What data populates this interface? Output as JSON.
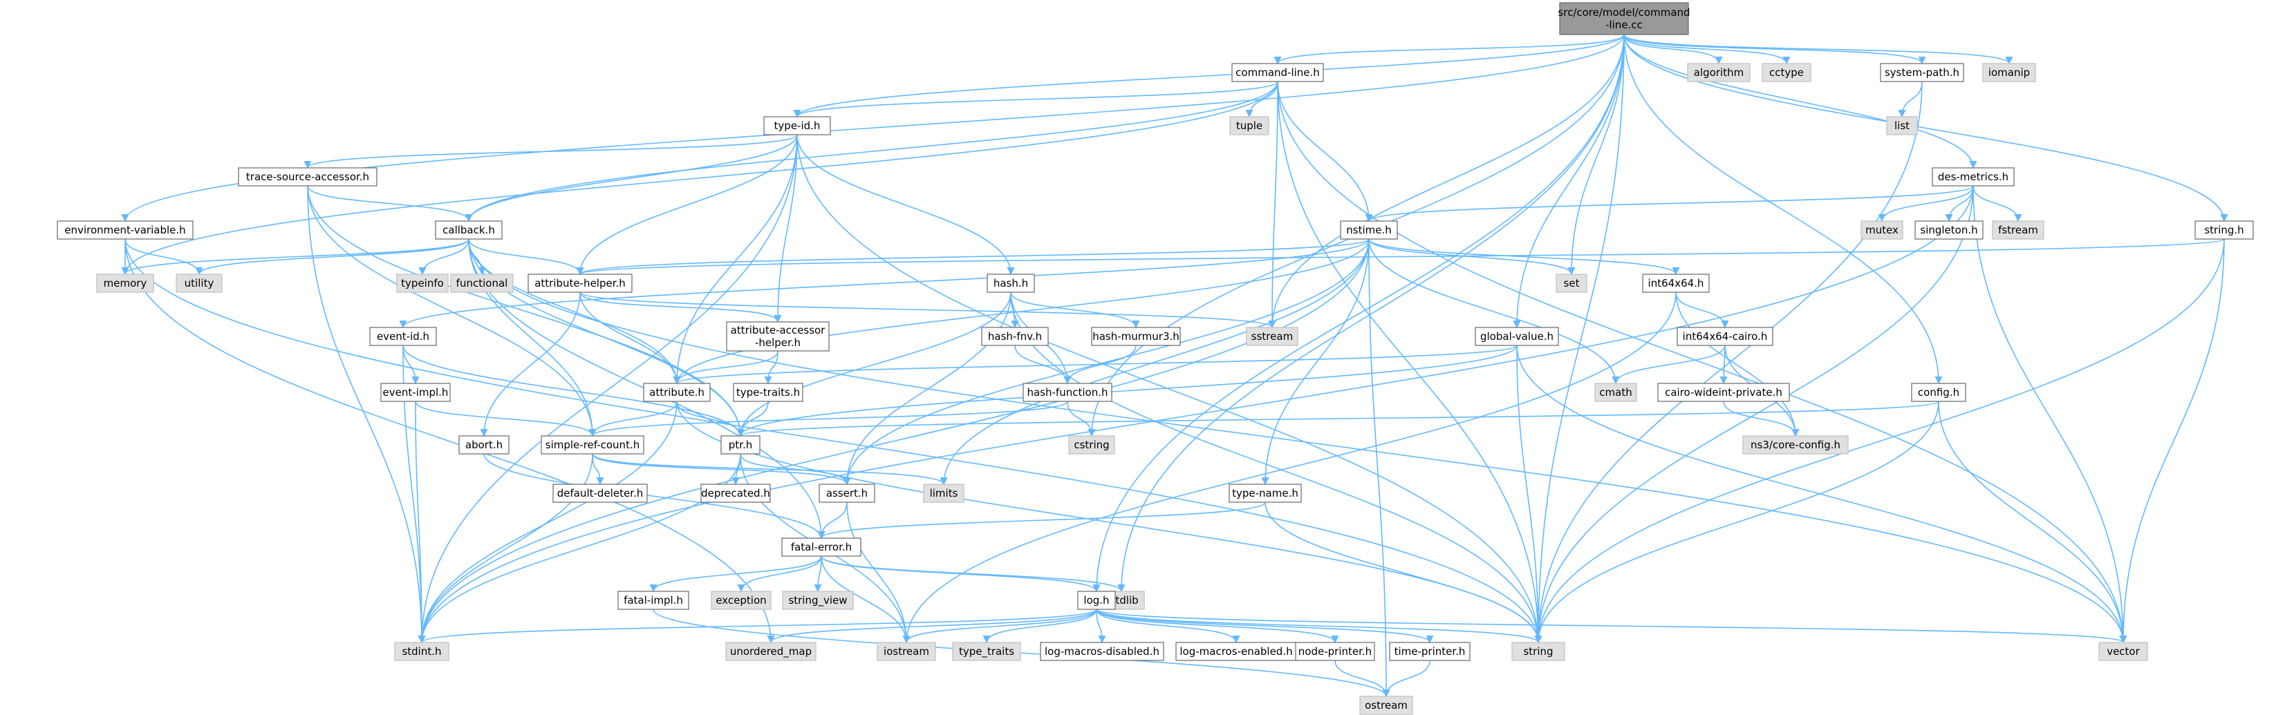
{
  "graph": {
    "nodes": [
      {
        "id": "root",
        "label": "src/core/model/command\n-line.cc",
        "kind": "root"
      },
      {
        "id": "command_line_h",
        "label": "command-line.h",
        "kind": "local"
      },
      {
        "id": "algorithm",
        "label": "algorithm",
        "kind": "sys"
      },
      {
        "id": "cctype",
        "label": "cctype",
        "kind": "sys"
      },
      {
        "id": "system_path_h",
        "label": "system-path.h",
        "kind": "local"
      },
      {
        "id": "iomanip",
        "label": "iomanip",
        "kind": "sys"
      },
      {
        "id": "type_id_h",
        "label": "type-id.h",
        "kind": "local"
      },
      {
        "id": "tuple",
        "label": "tuple",
        "kind": "sys"
      },
      {
        "id": "list",
        "label": "list",
        "kind": "sys"
      },
      {
        "id": "trace_source_accessor_h",
        "label": "trace-source-accessor.h",
        "kind": "local"
      },
      {
        "id": "des_metrics_h",
        "label": "des-metrics.h",
        "kind": "local"
      },
      {
        "id": "string_h",
        "label": "string.h",
        "kind": "local"
      },
      {
        "id": "environment_variable_h",
        "label": "environment-variable.h",
        "kind": "local"
      },
      {
        "id": "callback_h",
        "label": "callback.h",
        "kind": "local"
      },
      {
        "id": "nstime_h",
        "label": "nstime.h",
        "kind": "local"
      },
      {
        "id": "mutex",
        "label": "mutex",
        "kind": "sys"
      },
      {
        "id": "singleton_h",
        "label": "singleton.h",
        "kind": "local"
      },
      {
        "id": "fstream",
        "label": "fstream",
        "kind": "sys"
      },
      {
        "id": "memory",
        "label": "memory",
        "kind": "sys"
      },
      {
        "id": "utility",
        "label": "utility",
        "kind": "sys"
      },
      {
        "id": "typeinfo",
        "label": "typeinfo",
        "kind": "sys"
      },
      {
        "id": "functional",
        "label": "functional",
        "kind": "sys"
      },
      {
        "id": "attribute_helper_h",
        "label": "attribute-helper.h",
        "kind": "local"
      },
      {
        "id": "hash_h",
        "label": "hash.h",
        "kind": "local"
      },
      {
        "id": "set",
        "label": "set",
        "kind": "sys"
      },
      {
        "id": "int64x64_h",
        "label": "int64x64.h",
        "kind": "local"
      },
      {
        "id": "sstream",
        "label": "sstream",
        "kind": "sys"
      },
      {
        "id": "event_id_h",
        "label": "event-id.h",
        "kind": "local"
      },
      {
        "id": "attribute_accessor_helper_h",
        "label": "attribute-accessor\n-helper.h",
        "kind": "local"
      },
      {
        "id": "hash_fnv_h",
        "label": "hash-fnv.h",
        "kind": "local"
      },
      {
        "id": "hash_murmur3_h",
        "label": "hash-murmur3.h",
        "kind": "local"
      },
      {
        "id": "global_value_h",
        "label": "global-value.h",
        "kind": "local"
      },
      {
        "id": "int64x64_cairo_h",
        "label": "int64x64-cairo.h",
        "kind": "local"
      },
      {
        "id": "event_impl_h",
        "label": "event-impl.h",
        "kind": "local"
      },
      {
        "id": "attribute_h",
        "label": "attribute.h",
        "kind": "local"
      },
      {
        "id": "type_traits_h",
        "label": "type-traits.h",
        "kind": "local"
      },
      {
        "id": "hash_function_h",
        "label": "hash-function.h",
        "kind": "local"
      },
      {
        "id": "cmath",
        "label": "cmath",
        "kind": "sys"
      },
      {
        "id": "cairo_wideint_private_h",
        "label": "cairo-wideint-private.h",
        "kind": "local"
      },
      {
        "id": "config_h",
        "label": "config.h",
        "kind": "local"
      },
      {
        "id": "cstring",
        "label": "cstring",
        "kind": "sys"
      },
      {
        "id": "ns3_core_config_h",
        "label": "ns3/core-config.h",
        "kind": "sys"
      },
      {
        "id": "abort_h",
        "label": "abort.h",
        "kind": "local"
      },
      {
        "id": "simple_ref_count_h",
        "label": "simple-ref-count.h",
        "kind": "local"
      },
      {
        "id": "ptr_h",
        "label": "ptr.h",
        "kind": "local"
      },
      {
        "id": "limits",
        "label": "limits",
        "kind": "sys"
      },
      {
        "id": "default_deleter_h",
        "label": "default-deleter.h",
        "kind": "local"
      },
      {
        "id": "deprecated_h",
        "label": "deprecated.h",
        "kind": "local"
      },
      {
        "id": "assert_h",
        "label": "assert.h",
        "kind": "local"
      },
      {
        "id": "type_name_h",
        "label": "type-name.h",
        "kind": "local"
      },
      {
        "id": "fatal_error_h",
        "label": "fatal-error.h",
        "kind": "local"
      },
      {
        "id": "fatal_impl_h",
        "label": "fatal-impl.h",
        "kind": "local"
      },
      {
        "id": "exception",
        "label": "exception",
        "kind": "sys"
      },
      {
        "id": "string_view",
        "label": "string_view",
        "kind": "sys"
      },
      {
        "id": "cstdlib",
        "label": "cstdlib",
        "kind": "sys"
      },
      {
        "id": "log_h",
        "label": "log.h",
        "kind": "local"
      },
      {
        "id": "stdint_h",
        "label": "stdint.h",
        "kind": "sys"
      },
      {
        "id": "unordered_map",
        "label": "unordered_map",
        "kind": "sys"
      },
      {
        "id": "iostream",
        "label": "iostream",
        "kind": "sys"
      },
      {
        "id": "type_traits",
        "label": "type_traits",
        "kind": "sys"
      },
      {
        "id": "log_macros_disabled_h",
        "label": "log-macros-disabled.h",
        "kind": "local"
      },
      {
        "id": "log_macros_enabled_h",
        "label": "log-macros-enabled.h",
        "kind": "local"
      },
      {
        "id": "node_printer_h",
        "label": "node-printer.h",
        "kind": "local"
      },
      {
        "id": "time_printer_h",
        "label": "time-printer.h",
        "kind": "local"
      },
      {
        "id": "string",
        "label": "string",
        "kind": "sys"
      },
      {
        "id": "vector",
        "label": "vector",
        "kind": "sys"
      },
      {
        "id": "ostream",
        "label": "ostream",
        "kind": "sys"
      }
    ],
    "edges": [
      [
        "root",
        "command_line_h"
      ],
      [
        "root",
        "algorithm"
      ],
      [
        "root",
        "cctype"
      ],
      [
        "root",
        "system_path_h"
      ],
      [
        "root",
        "iomanip"
      ],
      [
        "root",
        "type_id_h"
      ],
      [
        "root",
        "des_metrics_h"
      ],
      [
        "root",
        "string_h"
      ],
      [
        "root",
        "environment_variable_h"
      ],
      [
        "root",
        "global_value_h"
      ],
      [
        "root",
        "config_h"
      ],
      [
        "root",
        "sstream"
      ],
      [
        "root",
        "set"
      ],
      [
        "root",
        "cstring"
      ],
      [
        "root",
        "log_h"
      ],
      [
        "root",
        "cstdlib"
      ],
      [
        "root",
        "string"
      ],
      [
        "command_line_h",
        "type_id_h"
      ],
      [
        "command_line_h",
        "tuple"
      ],
      [
        "command_line_h",
        "callback_h"
      ],
      [
        "command_line_h",
        "nstime_h"
      ],
      [
        "command_line_h",
        "sstream"
      ],
      [
        "command_line_h",
        "memory"
      ],
      [
        "command_line_h",
        "vector"
      ],
      [
        "command_line_h",
        "string"
      ],
      [
        "system_path_h",
        "list"
      ],
      [
        "system_path_h",
        "string"
      ],
      [
        "type_id_h",
        "trace_source_accessor_h"
      ],
      [
        "type_id_h",
        "callback_h"
      ],
      [
        "type_id_h",
        "attribute_helper_h"
      ],
      [
        "type_id_h",
        "attribute_accessor_helper_h"
      ],
      [
        "type_id_h",
        "hash_h"
      ],
      [
        "type_id_h",
        "attribute_h"
      ],
      [
        "type_id_h",
        "string"
      ],
      [
        "type_id_h",
        "stdint_h"
      ],
      [
        "trace_source_accessor_h",
        "callback_h"
      ],
      [
        "trace_source_accessor_h",
        "ptr_h"
      ],
      [
        "trace_source_accessor_h",
        "simple_ref_count_h"
      ],
      [
        "trace_source_accessor_h",
        "stdint_h"
      ],
      [
        "des_metrics_h",
        "nstime_h"
      ],
      [
        "des_metrics_h",
        "mutex"
      ],
      [
        "des_metrics_h",
        "singleton_h"
      ],
      [
        "des_metrics_h",
        "fstream"
      ],
      [
        "des_metrics_h",
        "stdint_h"
      ],
      [
        "des_metrics_h",
        "string"
      ],
      [
        "des_metrics_h",
        "vector"
      ],
      [
        "string_h",
        "attribute_helper_h"
      ],
      [
        "string_h",
        "string"
      ],
      [
        "string_h",
        "vector"
      ],
      [
        "environment_variable_h",
        "memory"
      ],
      [
        "environment_variable_h",
        "utility"
      ],
      [
        "environment_variable_h",
        "string"
      ],
      [
        "environment_variable_h",
        "unordered_map"
      ],
      [
        "callback_h",
        "memory"
      ],
      [
        "callback_h",
        "utility"
      ],
      [
        "callback_h",
        "typeinfo"
      ],
      [
        "callback_h",
        "functional"
      ],
      [
        "callback_h",
        "attribute_helper_h"
      ],
      [
        "callback_h",
        "attribute_h"
      ],
      [
        "callback_h",
        "ptr_h"
      ],
      [
        "callback_h",
        "simple_ref_count_h"
      ],
      [
        "callback_h",
        "fatal_error_h"
      ],
      [
        "callback_h",
        "vector"
      ],
      [
        "nstime_h",
        "attribute_helper_h"
      ],
      [
        "nstime_h",
        "attribute_h"
      ],
      [
        "nstime_h",
        "event_id_h"
      ],
      [
        "nstime_h",
        "int64x64_h"
      ],
      [
        "nstime_h",
        "type_name_h"
      ],
      [
        "nstime_h",
        "assert_h"
      ],
      [
        "nstime_h",
        "cmath"
      ],
      [
        "nstime_h",
        "limits"
      ],
      [
        "nstime_h",
        "set"
      ],
      [
        "nstime_h",
        "ostream"
      ],
      [
        "nstime_h",
        "stdint_h"
      ],
      [
        "attribute_helper_h",
        "attribute_h"
      ],
      [
        "attribute_helper_h",
        "attribute_accessor_helper_h"
      ],
      [
        "attribute_helper_h",
        "abort_h"
      ],
      [
        "attribute_helper_h",
        "sstream"
      ],
      [
        "attribute_accessor_helper_h",
        "attribute_h"
      ],
      [
        "attribute_accessor_helper_h",
        "type_traits_h"
      ],
      [
        "hash_h",
        "hash_fnv_h"
      ],
      [
        "hash_h",
        "hash_murmur3_h"
      ],
      [
        "hash_h",
        "hash_function_h"
      ],
      [
        "hash_h",
        "assert_h"
      ],
      [
        "hash_h",
        "ptr_h"
      ],
      [
        "hash_h",
        "string"
      ],
      [
        "hash_fnv_h",
        "hash_function_h"
      ],
      [
        "hash_murmur3_h",
        "hash_function_h"
      ],
      [
        "hash_function_h",
        "simple_ref_count_h"
      ],
      [
        "hash_function_h",
        "cstring"
      ],
      [
        "int64x64_h",
        "int64x64_cairo_h"
      ],
      [
        "int64x64_h",
        "ns3_core_config_h"
      ],
      [
        "int64x64_h",
        "iostream"
      ],
      [
        "int64x64_cairo_h",
        "cmath"
      ],
      [
        "int64x64_cairo_h",
        "cairo_wideint_private_h"
      ],
      [
        "int64x64_cairo_h",
        "ns3_core_config_h"
      ],
      [
        "cairo_wideint_private_h",
        "ns3_core_config_h"
      ],
      [
        "event_id_h",
        "event_impl_h"
      ],
      [
        "event_id_h",
        "ptr_h"
      ],
      [
        "event_id_h",
        "stdint_h"
      ],
      [
        "event_impl_h",
        "simple_ref_count_h"
      ],
      [
        "event_impl_h",
        "stdint_h"
      ],
      [
        "global_value_h",
        "attribute_h"
      ],
      [
        "global_value_h",
        "ptr_h"
      ],
      [
        "global_value_h",
        "string"
      ],
      [
        "global_value_h",
        "vector"
      ],
      [
        "config_h",
        "ptr_h"
      ],
      [
        "config_h",
        "string"
      ],
      [
        "config_h",
        "vector"
      ],
      [
        "attribute_h",
        "ptr_h"
      ],
      [
        "attribute_h",
        "simple_ref_count_h"
      ],
      [
        "attribute_h",
        "string"
      ],
      [
        "attribute_h",
        "stdint_h"
      ],
      [
        "type_traits_h",
        "ptr_h"
      ],
      [
        "abort_h",
        "fatal_error_h"
      ],
      [
        "simple_ref_count_h",
        "default_deleter_h"
      ],
      [
        "simple_ref_count_h",
        "assert_h"
      ],
      [
        "simple_ref_count_h",
        "limits"
      ],
      [
        "simple_ref_count_h",
        "stdint_h"
      ],
      [
        "ptr_h",
        "assert_h"
      ],
      [
        "ptr_h",
        "deprecated_h"
      ],
      [
        "ptr_h",
        "iostream"
      ],
      [
        "ptr_h",
        "stdint_h"
      ],
      [
        "assert_h",
        "fatal_error_h"
      ],
      [
        "assert_h",
        "iostream"
      ],
      [
        "type_name_h",
        "fatal_error_h"
      ],
      [
        "type_name_h",
        "string"
      ],
      [
        "fatal_error_h",
        "fatal_impl_h"
      ],
      [
        "fatal_error_h",
        "exception"
      ],
      [
        "fatal_error_h",
        "string_view"
      ],
      [
        "fatal_error_h",
        "cstdlib"
      ],
      [
        "fatal_error_h",
        "iostream"
      ],
      [
        "fatal_error_h",
        "log_h"
      ],
      [
        "fatal_impl_h",
        "ostream"
      ],
      [
        "log_h",
        "stdint_h"
      ],
      [
        "log_h",
        "unordered_map"
      ],
      [
        "log_h",
        "iostream"
      ],
      [
        "log_h",
        "type_traits"
      ],
      [
        "log_h",
        "log_macros_disabled_h"
      ],
      [
        "log_h",
        "log_macros_enabled_h"
      ],
      [
        "log_h",
        "node_printer_h"
      ],
      [
        "log_h",
        "time_printer_h"
      ],
      [
        "log_h",
        "string"
      ],
      [
        "log_h",
        "vector"
      ],
      [
        "node_printer_h",
        "ostream"
      ],
      [
        "time_printer_h",
        "ostream"
      ]
    ]
  }
}
